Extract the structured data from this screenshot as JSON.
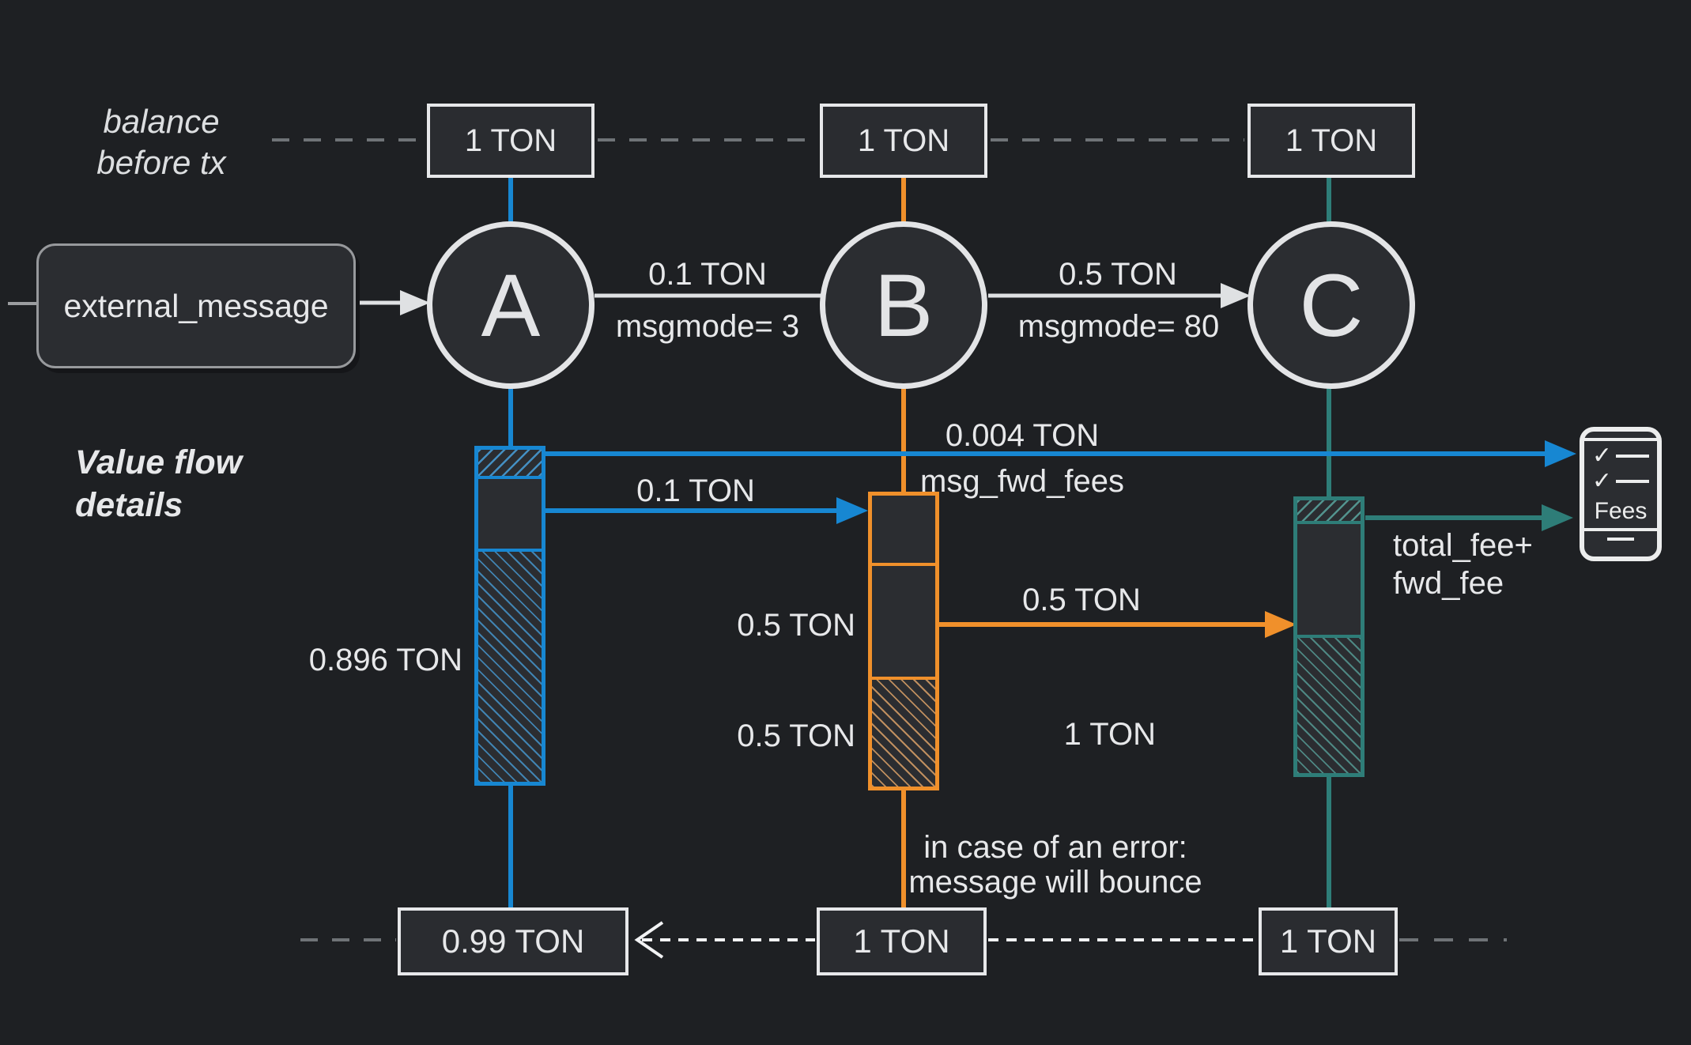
{
  "annotations": {
    "balance_before_tx": [
      "balance",
      "before tx"
    ],
    "value_flow": [
      "Value flow",
      "details"
    ],
    "error_note": [
      "in case of an error:",
      "message will bounce"
    ]
  },
  "external_message": {
    "label": "external_message"
  },
  "contracts": [
    {
      "id": "A",
      "balance_before": "1 TON",
      "balance_after": "0.99 TON"
    },
    {
      "id": "B",
      "balance_before": "1 TON",
      "balance_after": "1 TON"
    },
    {
      "id": "C",
      "balance_before": "1 TON",
      "balance_after": "1 TON"
    }
  ],
  "messages": [
    {
      "amount": "0.1 TON",
      "mode": "msgmode= 3"
    },
    {
      "amount": "0.5 TON",
      "mode": "msgmode= 80"
    }
  ],
  "flows": {
    "fwd_fee_amount": "0.004 TON",
    "fwd_fee_label": "msg_fwd_fees",
    "a_to_b_amount": "0.1 TON",
    "a_storage_remaining": "0.896 TON",
    "b_transfer_amount": "0.5 TON",
    "b_bounce_amount": "0.5 TON",
    "b_to_c_amount": "0.5 TON",
    "c_received_amount": "1 TON",
    "c_fee_label": [
      "total_fee+",
      "fwd_fee"
    ]
  },
  "fees_widget": {
    "title": "Fees"
  },
  "colors": {
    "background": "#1e2023",
    "panel": "#2b2d31",
    "contract_a_accent": "#1787d2",
    "contract_b_accent": "#f0902b",
    "contract_c_accent": "#2e7d78",
    "text": "#e7e8ea",
    "dashed_gray": "#6f7377"
  }
}
